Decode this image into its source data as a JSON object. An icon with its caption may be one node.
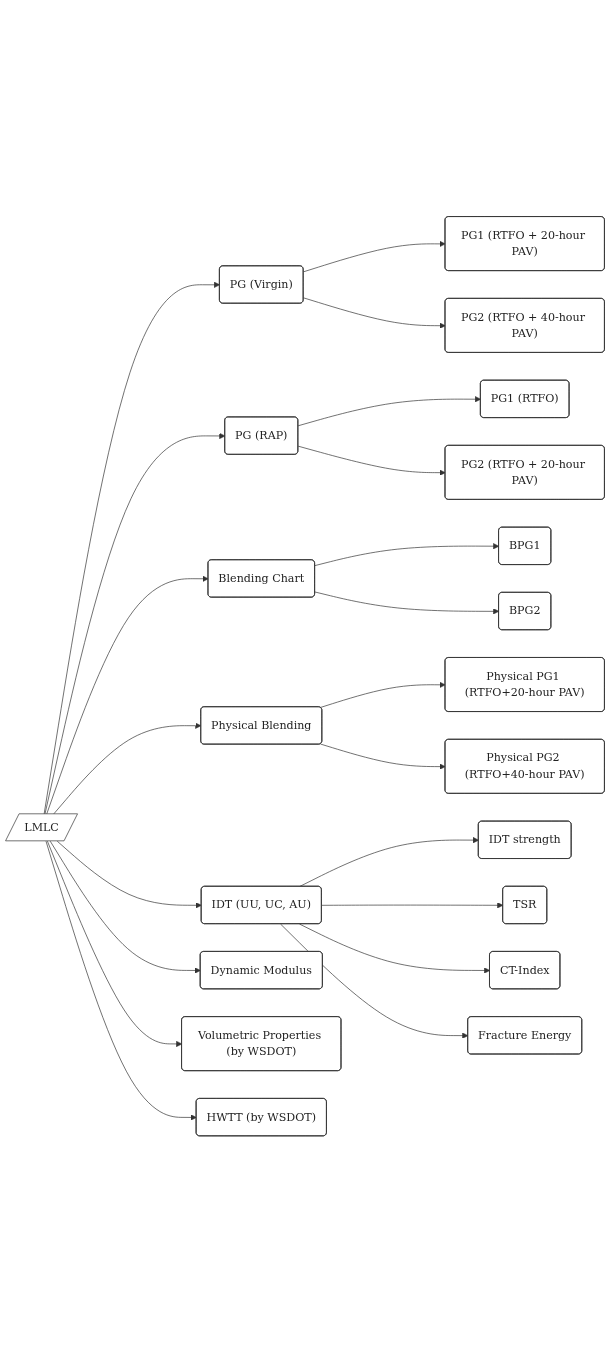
{
  "diagram": {
    "nodes": [
      {
        "text": [
          "LMLC"
        ]
      },
      {
        "text": [
          "PG (Virgin)"
        ]
      },
      {
        "text": [
          "PG1 (RTFO + 20-hour PAV)"
        ]
      },
      {
        "text": [
          "PG2 (RTFO + 40-hour PAV)"
        ]
      },
      {
        "text": [
          "PG (RAP)"
        ]
      },
      {
        "text": [
          "PG1 (RTFO)"
        ]
      },
      {
        "text": [
          "PG2 (RTFO + 20-hour PAV)"
        ]
      },
      {
        "text": [
          "Blending Chart"
        ]
      },
      {
        "text": [
          "BPG1"
        ]
      },
      {
        "text": [
          "BPG2"
        ]
      },
      {
        "text": [
          "Physical Blending"
        ]
      },
      {
        "text": [
          "Physical PG1 (RTFO+20-hour PAV)"
        ]
      },
      {
        "text": [
          "Physical PG2 (RTFO+40-hour PAV)"
        ]
      },
      {
        "text": [
          "IDT (UU, UC, AU)"
        ]
      },
      {
        "text": [
          "IDT strength"
        ]
      },
      {
        "text": [
          "TSR"
        ]
      },
      {
        "text": [
          "CT-Index"
        ]
      },
      {
        "text": [
          "Fracture Energy"
        ]
      },
      {
        "text": [
          "Dynamic Modulus"
        ]
      },
      {
        "text": [
          "Volumetric Properties (by WSDOT)"
        ]
      },
      {
        "text": [
          "HWTT (by WSDOT)"
        ]
      }
    ],
    "edges": [
      {
        "from": 0,
        "to": 1,
        "arrow": "to"
      },
      {
        "from": 1,
        "to": 2,
        "arrow": "to"
      },
      {
        "from": 1,
        "to": 3,
        "arrow": "to"
      },
      {
        "from": 0,
        "to": 4,
        "arrow": "to"
      },
      {
        "from": 4,
        "to": 5,
        "arrow": "to"
      },
      {
        "from": 4,
        "to": 6,
        "arrow": "to"
      },
      {
        "from": 0,
        "to": 7,
        "arrow": "to"
      },
      {
        "from": 7,
        "to": 8,
        "arrow": "to"
      },
      {
        "from": 7,
        "to": 9,
        "arrow": "to"
      },
      {
        "from": 0,
        "to": 10,
        "arrow": "to"
      },
      {
        "from": 10,
        "to": 11,
        "arrow": "to"
      },
      {
        "from": 10,
        "to": 12,
        "arrow": "to"
      },
      {
        "from": 0,
        "to": 13,
        "arrow": "to"
      },
      {
        "from": 13,
        "to": 14,
        "arrow": "to"
      },
      {
        "from": 13,
        "to": 15,
        "arrow": "to"
      },
      {
        "from": 13,
        "to": 16,
        "arrow": "to"
      },
      {
        "from": 13,
        "to": 17,
        "arrow": "to"
      },
      {
        "from": 0,
        "to": 18,
        "arrow": "to"
      },
      {
        "from": 0,
        "to": 19,
        "arrow": "to"
      },
      {
        "from": 0,
        "to": 20,
        "arrow": "to"
      }
    ]
  }
}
